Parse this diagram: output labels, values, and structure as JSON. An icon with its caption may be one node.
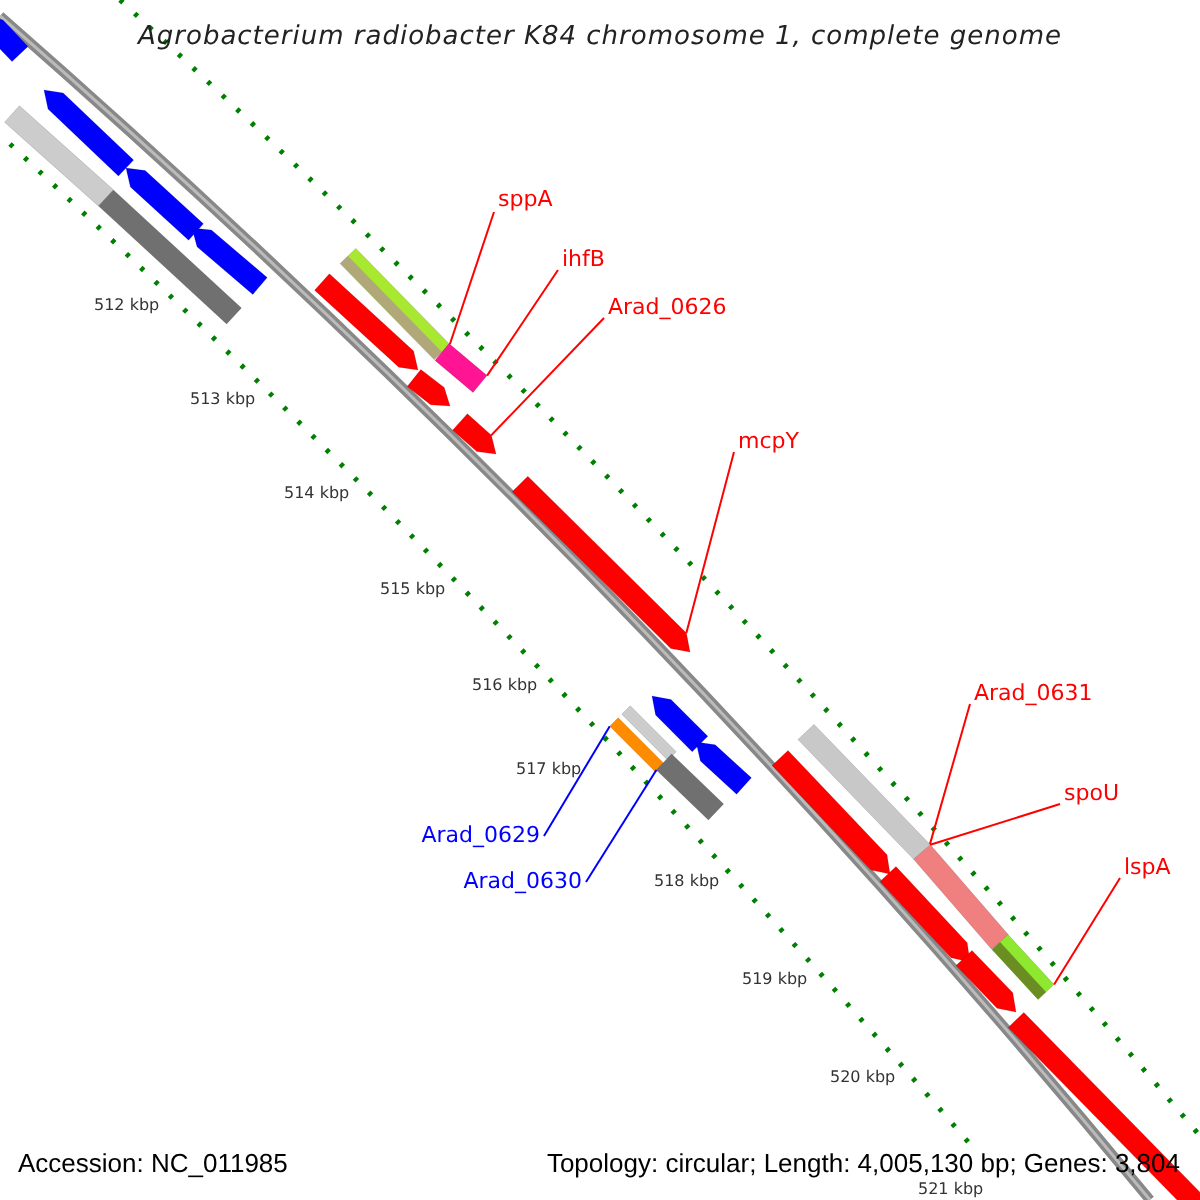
{
  "diagram": {
    "title": "Agrobacterium radiobacter K84 chromosome 1, complete genome",
    "nodes": [
      {
        "text": [
          "sppA"
        ]
      },
      {
        "text": [
          "ihfB"
        ]
      },
      {
        "text": [
          "Arad_0626"
        ]
      },
      {
        "text": [
          "mcpY"
        ]
      },
      {
        "text": [
          "Arad_0631"
        ]
      },
      {
        "text": [
          "spoU"
        ]
      },
      {
        "text": [
          "lspA"
        ]
      },
      {
        "text": [
          "Arad_0629"
        ]
      },
      {
        "text": [
          "Arad_0630"
        ]
      },
      {
        "text": [],
        "shape": "bar"
      },
      {
        "text": [],
        "shape": "bar"
      },
      {
        "text": [],
        "shape": "bar"
      },
      {
        "text": [],
        "shape": "bar"
      },
      {
        "text": [],
        "shape": "bar"
      },
      {
        "text": [],
        "shape": "bar"
      },
      {
        "text": [],
        "shape": "bar"
      },
      {
        "text": [],
        "shape": "bar"
      },
      {
        "text": [],
        "shape": "bar"
      },
      {
        "text": [],
        "shape": "bar"
      },
      {
        "text": [],
        "shape": "bar"
      },
      {
        "text": [],
        "shape": "bar"
      },
      {
        "text": [],
        "shape": "bar"
      },
      {
        "text": [],
        "shape": "bar"
      },
      {
        "text": [],
        "shape": "bar"
      },
      {
        "text": [],
        "shape": "bar"
      },
      {
        "text": [],
        "shape": "bar"
      },
      {
        "text": [],
        "shape": "bar"
      },
      {
        "text": [],
        "shape": "bar"
      },
      {
        "text": [],
        "shape": "bar"
      },
      {
        "text": [],
        "shape": "bar"
      },
      {
        "text": [],
        "shape": "bar"
      },
      {
        "text": [],
        "shape": "bar"
      },
      {
        "text": [],
        "shape": "bar"
      }
    ],
    "edges": [
      {
        "from": 0,
        "to": 15,
        "arrow": "none"
      },
      {
        "from": 1,
        "to": 16,
        "arrow": "none"
      },
      {
        "from": 2,
        "to": 19,
        "arrow": "none"
      },
      {
        "from": 3,
        "to": 20,
        "arrow": "none"
      },
      {
        "from": 4,
        "to": 26,
        "arrow": "none"
      },
      {
        "from": 5,
        "to": 27,
        "arrow": "none"
      },
      {
        "from": 6,
        "to": 28,
        "arrow": "none"
      },
      {
        "from": 7,
        "to": 21,
        "arrow": "none",
        "color": "#0000ff"
      },
      {
        "from": 8,
        "to": 23,
        "arrow": "none",
        "color": "#0000ff"
      }
    ],
    "labels": [
      "512 kbp",
      "513 kbp",
      "514 kbp",
      "515 kbp",
      "516 kbp",
      "517 kbp",
      "518 kbp",
      "519 kbp",
      "520 kbp",
      "521 kbp",
      "Accession: NC_011985",
      "Topology: circular; Length: 4,005,130 bp; Genes: 3,804"
    ]
  }
}
